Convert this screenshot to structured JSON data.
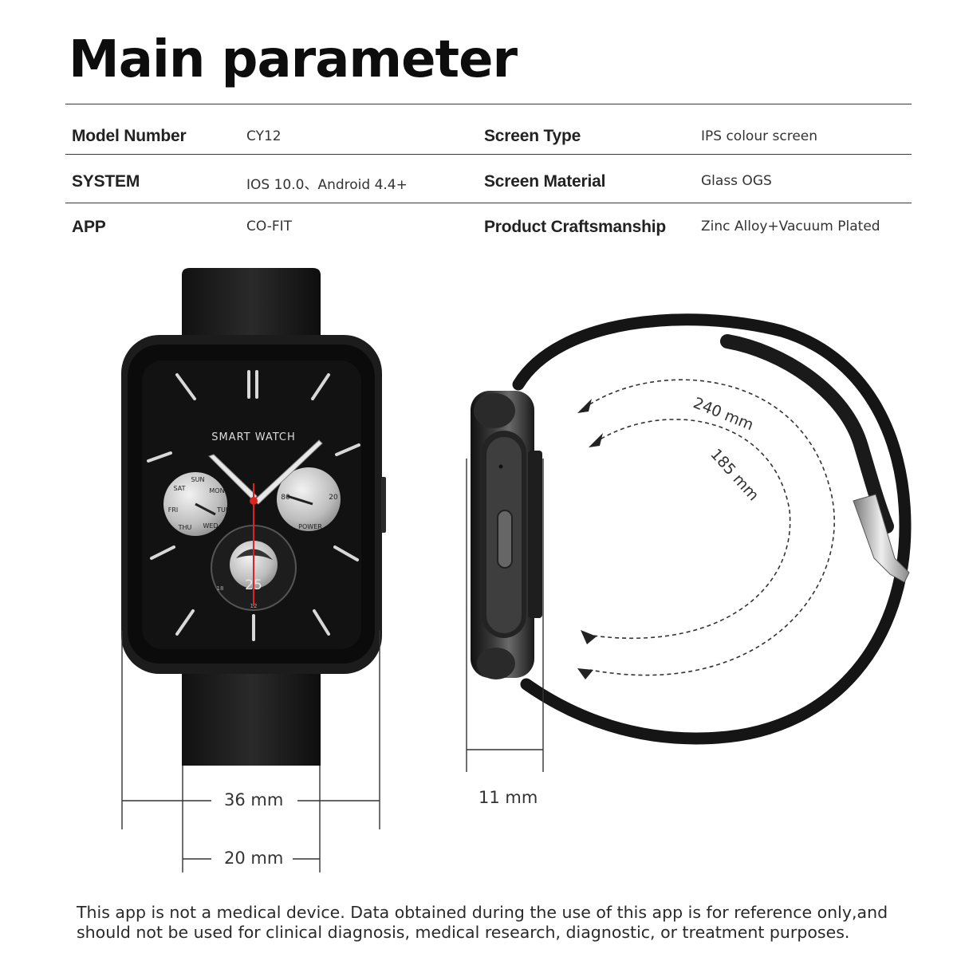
{
  "title": "Main parameter",
  "params": [
    {
      "label": "Model Number",
      "value": "CY12"
    },
    {
      "label": "Screen Type",
      "value": "IPS colour screen"
    },
    {
      "label": "SYSTEM",
      "value": "IOS 10.0、Android 4.4+"
    },
    {
      "label": "Screen Material",
      "value": "Glass OGS"
    },
    {
      "label": "APP",
      "value": "CO-FIT"
    },
    {
      "label": "Product Craftsmanship",
      "value": "Zinc Alloy+Vacuum Plated"
    }
  ],
  "watch_face": {
    "brand_text": "SMART WATCH",
    "left_dial_days": [
      "SAT",
      "SUN",
      "MON",
      "TUE",
      "WED",
      "THU",
      "FRI"
    ],
    "right_dial": [
      "80",
      "20",
      "POWER"
    ],
    "bottom_dial": {
      "date": "25",
      "marks": [
        "12",
        "18"
      ]
    }
  },
  "dimensions": {
    "case_width": "36 mm",
    "strap_width": "20 mm",
    "thickness": "11 mm",
    "strap_long": "240 mm",
    "strap_short": "185 mm"
  },
  "disclaimer": "This app is not a medical device. Data obtained during the use of this app is for reference only,and should not be used for clinical diagnosis, medical research, diagnostic, or treatment purposes."
}
